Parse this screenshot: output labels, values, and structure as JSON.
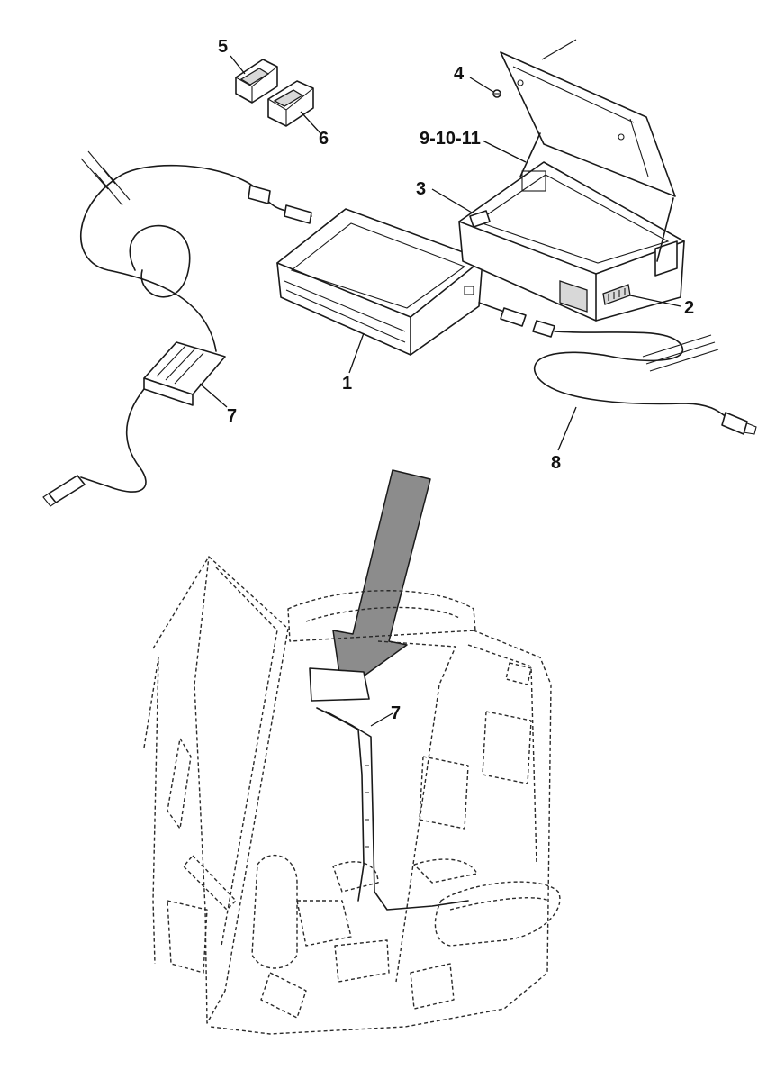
{
  "diagram": {
    "callouts": {
      "c1": "1",
      "c2": "2",
      "c3": "3",
      "c4": "4",
      "c5": "5",
      "c6": "6",
      "c7_top": "7",
      "c8": "8",
      "c9_10_11": "9-10-11",
      "c7_bottom": "7"
    },
    "colors": {
      "line": "#1a1a1a",
      "arrow_fill": "#8c8c8c",
      "background": "#ffffff"
    }
  }
}
